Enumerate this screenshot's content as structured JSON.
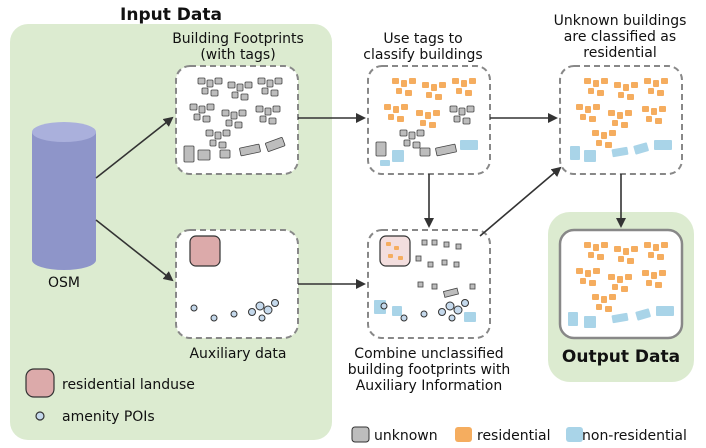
{
  "input_panel": {
    "title": "Input Data"
  },
  "osm": {
    "label": "OSM"
  },
  "footprints": {
    "line1": "Building Footprints",
    "line2": "(with tags)"
  },
  "auxiliary": {
    "label": "Auxiliary data"
  },
  "classify": {
    "line1": "Use tags to",
    "line2": "classify buildings"
  },
  "combine": {
    "line1": "Combine unclassified",
    "line2": "building footprints with",
    "line3": "Auxiliary Information"
  },
  "unknown_res": {
    "line1": "Unknown buildings",
    "line2": "are classified as",
    "line3": "residential"
  },
  "output_panel": {
    "title": "Output Data"
  },
  "input_legend": {
    "landuse": "residential landuse",
    "pois": "amenity POIs"
  },
  "legend": {
    "unknown": "unknown",
    "residential": "residential",
    "nonresidential": "non-residential"
  },
  "colors": {
    "panel_green": "#dcebd0",
    "cylinder": "#8e95c9",
    "unknown": "#bdbdbd",
    "residential": "#f5ad5f",
    "nonresidential": "#a9d4e8",
    "landuse": "#dcaaaa",
    "poi": "#c5d9ec"
  }
}
